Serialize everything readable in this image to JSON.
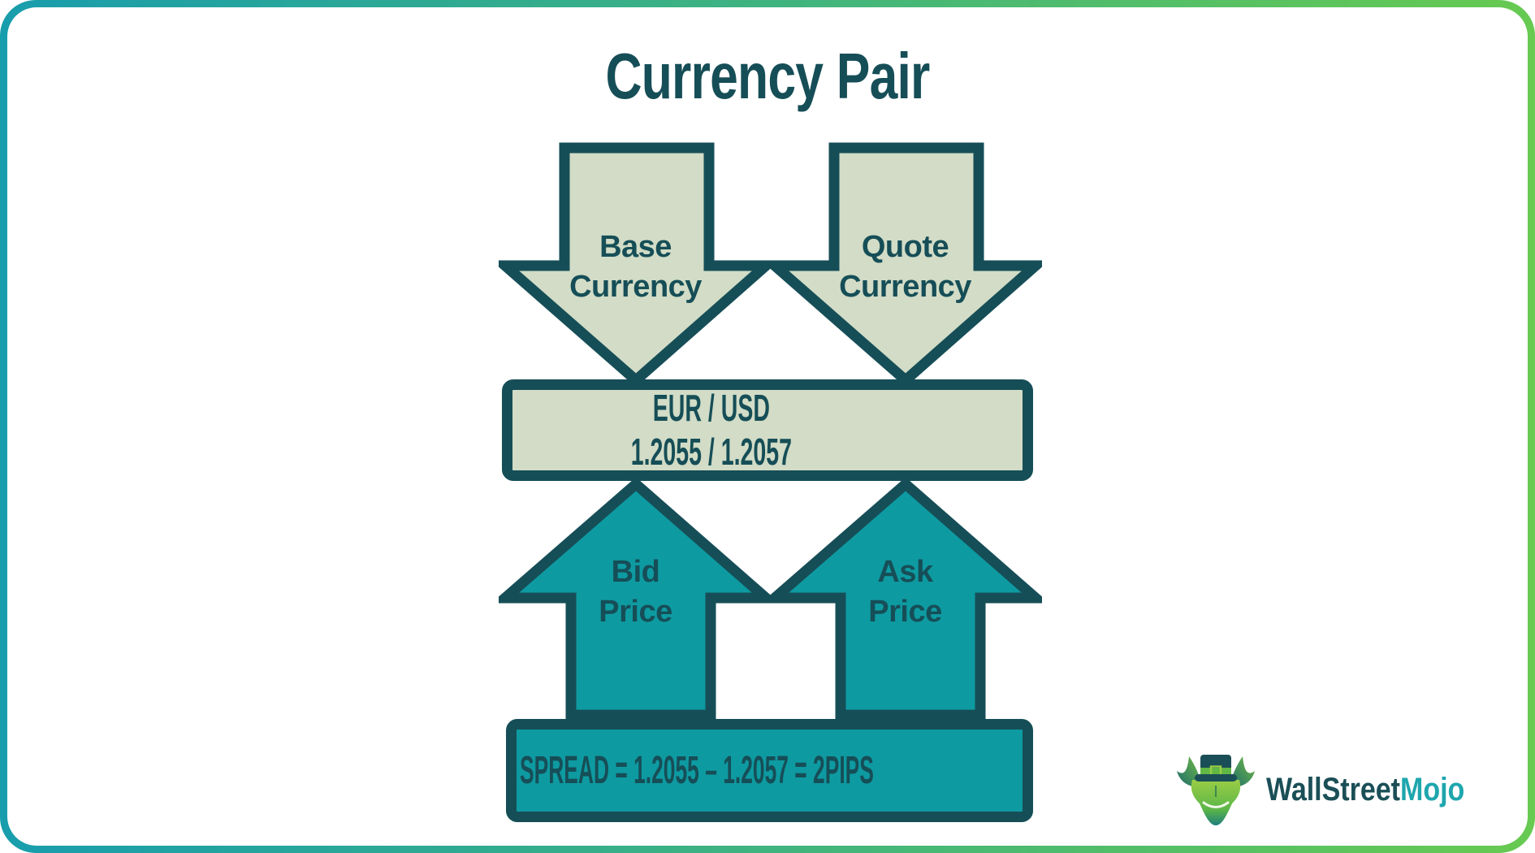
{
  "title": "Currency Pair",
  "arrows": {
    "base": {
      "line1": "Base",
      "line2": "Currency"
    },
    "quote": {
      "line1": "Quote",
      "line2": "Currency"
    },
    "bid": {
      "line1": "Bid",
      "line2": "Price"
    },
    "ask": {
      "line1": "Ask",
      "line2": "Price"
    }
  },
  "pair_box": {
    "line1": "EUR / USD",
    "line2": "1.2055 / 1.2057"
  },
  "spread_box": {
    "text": "SPREAD = 1.2055 – 1.2057 = 2PIPS"
  },
  "logo": {
    "part1": "WallStreet",
    "part2": "Mojo",
    "icon": "bull-mascot-icon"
  },
  "colors": {
    "dark": "#164e57",
    "sage": "#d2dcc6",
    "teal": "#0e9aa1",
    "frame_left": "#189dad",
    "frame_right": "#67ca51",
    "logo_dark": "#1b4f57",
    "logo_accent": "#1fa6ad"
  }
}
